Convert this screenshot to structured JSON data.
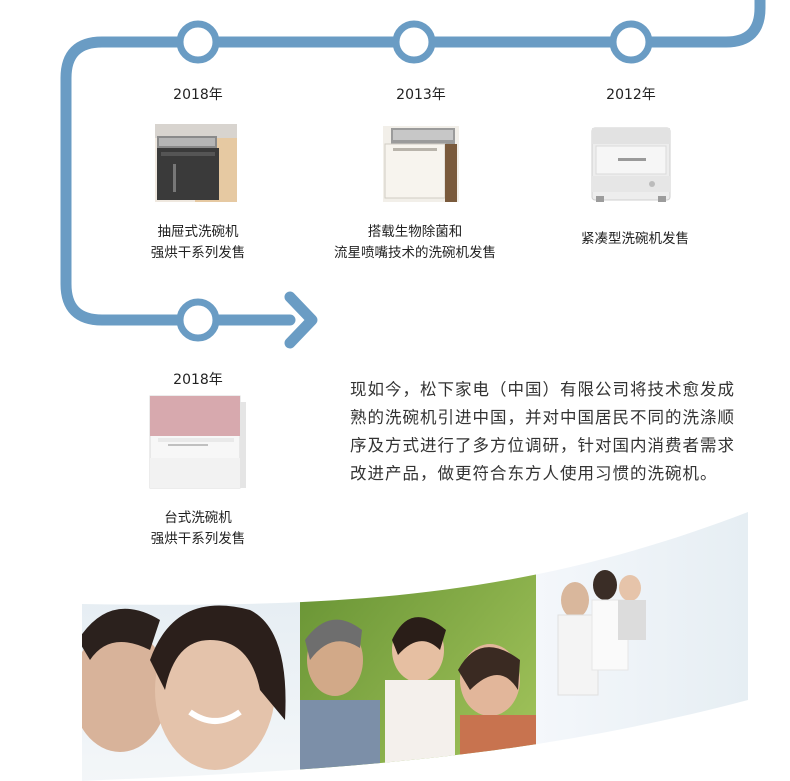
{
  "colors": {
    "track": "#6a9cc4",
    "node_fill": "#ffffff",
    "text": "#222222"
  },
  "timeline": {
    "milestones": [
      {
        "year": "2018年",
        "caption_line1": "抽屉式洗碗机",
        "caption_line2": "强烘干系列发售",
        "product": "drawer-dishwasher-image"
      },
      {
        "year": "2013年",
        "caption_line1": "搭载生物除菌和",
        "caption_line2": "流星喷嘴技术的洗碗机发售",
        "product": "built-in-dishwasher-image"
      },
      {
        "year": "2012年",
        "caption_line1": "紧凑型洗碗机发售",
        "caption_line2": "",
        "product": "compact-dishwasher-image"
      },
      {
        "year": "2018年",
        "caption_line1": "台式洗碗机",
        "caption_line2": "强烘干系列发售",
        "product": "countertop-dishwasher-image"
      }
    ]
  },
  "intro": {
    "paragraph": "现如今，松下家电（中国）有限公司将技术愈发成熟的洗碗机引进中国，并对中国居民不同的洗涤顺序及方式进行了多方位调研，针对国内消费者需求改进产品，做更符合东方人使用习惯的洗碗机。"
  },
  "photos": {
    "panels": [
      "smiling-girls-photo",
      "family-grandparents-photo",
      "father-child-photo"
    ]
  }
}
